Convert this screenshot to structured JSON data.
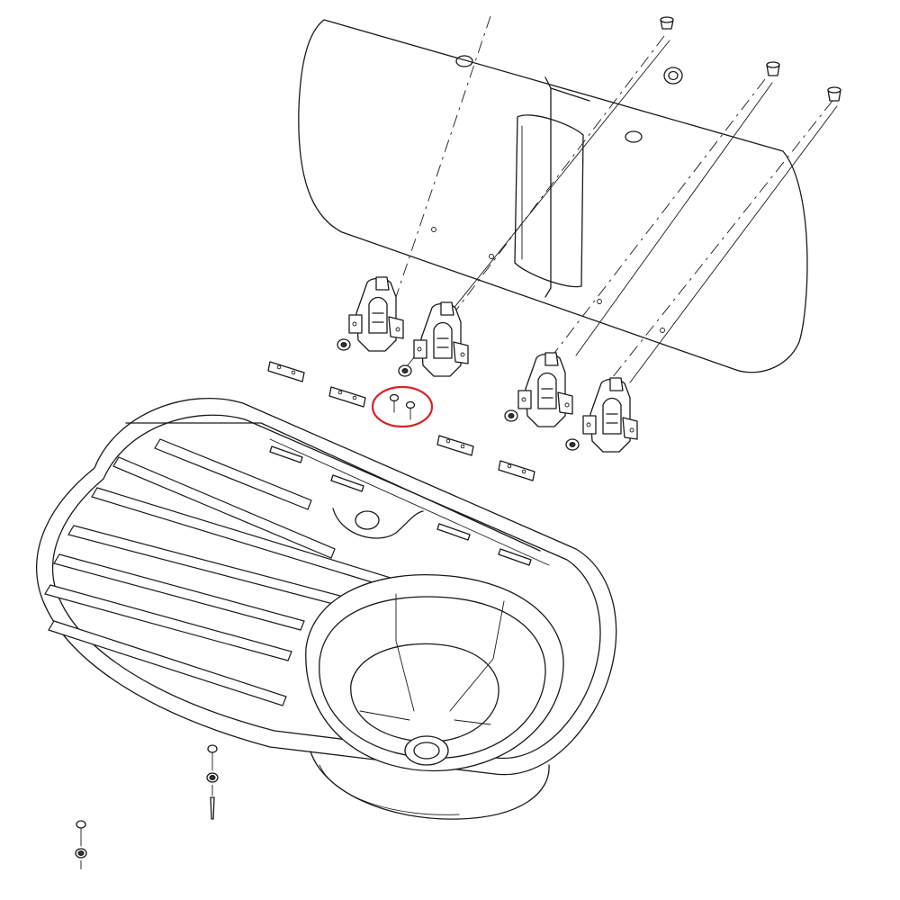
{
  "diagram": {
    "kind": "exploded-assembly",
    "parts": [
      "glass-lid",
      "lid-hinge",
      "hinge-pad",
      "screw",
      "nut",
      "sink-basin",
      "drainer-ribs",
      "waste-outlet",
      "clamp-bolt"
    ],
    "highlight": {
      "shape": "ellipse",
      "color": "#d8232a",
      "target": "screw-pair"
    },
    "line_color": "#1a1a1a",
    "background": "#ffffff"
  }
}
